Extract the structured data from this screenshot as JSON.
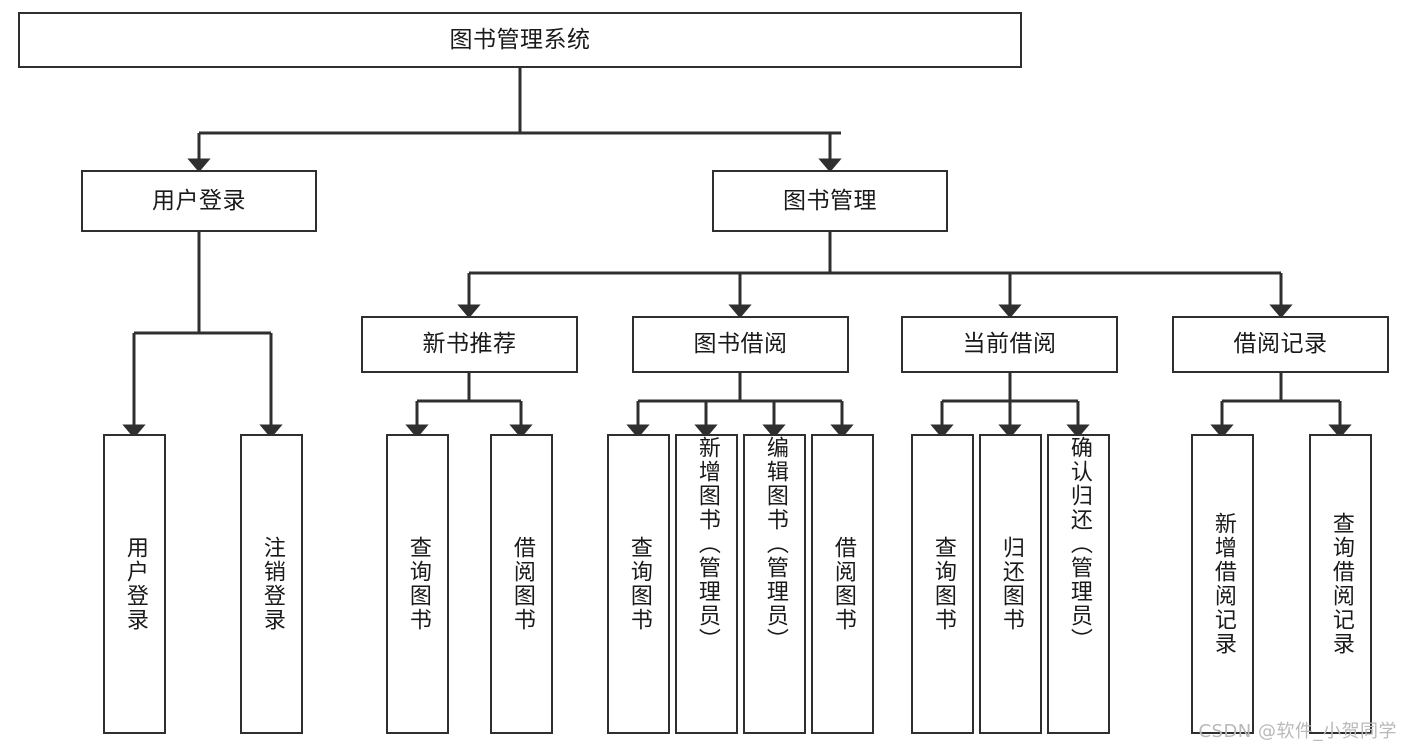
{
  "diagram": {
    "type": "tree-hierarchy-chart",
    "title": "图书管理系统",
    "background_color": "#ffffff",
    "line_color": "#2f2f2f",
    "text_color": "#1a1a1a",
    "levels": 4,
    "root": {
      "label": "图书管理系统"
    },
    "level2": [
      {
        "label": "用户登录"
      },
      {
        "label": "图书管理"
      }
    ],
    "level3": [
      {
        "label": "新书推荐"
      },
      {
        "label": "图书借阅"
      },
      {
        "label": "当前借阅"
      },
      {
        "label": "借阅记录"
      }
    ],
    "leaves": {
      "user_login": [
        {
          "label": "用户登录"
        },
        {
          "label": "注销登录"
        }
      ],
      "new_book_recommend": [
        {
          "label": "查询图书"
        },
        {
          "label": "借阅图书"
        }
      ],
      "book_borrow": [
        {
          "label": "查询图书"
        },
        {
          "label": "新增图书（管理员）"
        },
        {
          "label": "编辑图书（管理员）"
        },
        {
          "label": "借阅图书"
        }
      ],
      "current_borrow": [
        {
          "label": "查询图书"
        },
        {
          "label": "归还图书"
        },
        {
          "label": "确认归还（管理员）"
        }
      ],
      "borrow_record": [
        {
          "label": "新增借阅记录"
        },
        {
          "label": "查询借阅记录"
        }
      ]
    }
  },
  "watermark": {
    "text": "CSDN @软件_小贺同学"
  }
}
